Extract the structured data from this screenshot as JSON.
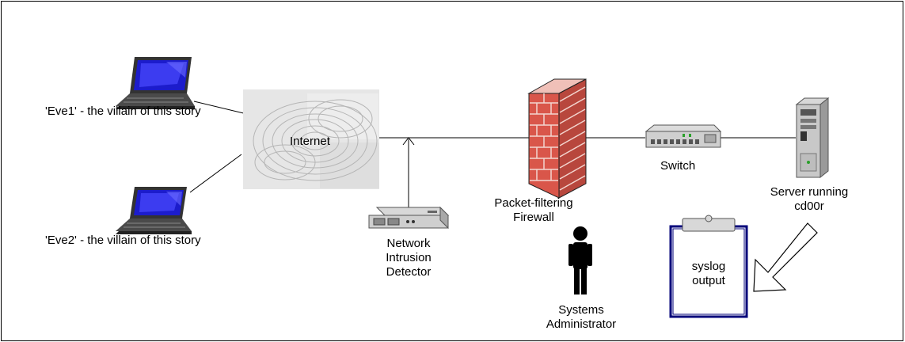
{
  "nodes": {
    "eve1": "'Eve1' - the villain of this story",
    "eve2": "'Eve2' - the villain of this story",
    "internet": "Internet",
    "nid": [
      "Network",
      "Intrusion",
      "Detector"
    ],
    "firewall": [
      "Packet-filtering",
      "Firewall"
    ],
    "switch": "Switch",
    "server": [
      "Server running",
      "cd00r"
    ],
    "admin": [
      "Systems",
      "Administrator"
    ],
    "syslog": [
      "syslog",
      "output"
    ]
  },
  "colors": {
    "laptop_screen": "#1c1ccc",
    "firewall_brick": "#d9564a",
    "clipboard_border": "#00007a",
    "person": "#000000"
  }
}
